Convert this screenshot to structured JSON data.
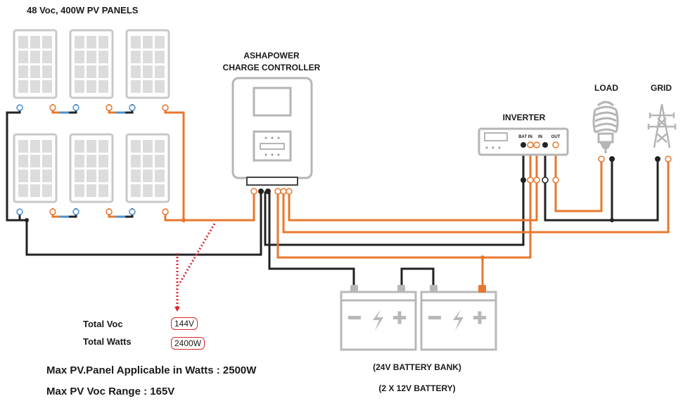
{
  "panels_title": "48 Voc, 400W PV PANELS",
  "controller": {
    "title_line1": "ASHAPOWER",
    "title_line2": "CHARGE CONTROLLER"
  },
  "inverter": {
    "title": "INVERTER",
    "port_bat_in": "BAT IN",
    "port_in": "IN",
    "port_out": "OUT"
  },
  "load_title": "LOAD",
  "grid_title": "GRID",
  "totals": {
    "voc_label": "Total Voc",
    "voc_value": "144V",
    "watts_label": "Total Watts",
    "watts_value": "2400W"
  },
  "max_pv_watts": "Max PV.Panel Applicable in Watts : 2500W",
  "max_pv_voc": "Max PV Voc Range : 165V",
  "battery_bank": {
    "line1": "(24V BATTERY BANK)",
    "line2": "(2 X 12V BATTERY)"
  },
  "colors": {
    "positive_wire": "#e8772e",
    "negative_wire": "#222222",
    "series_link": "#4a90d0",
    "device_outline": "#b5b5b5",
    "panel_cell": "#d6d6d6",
    "dotted_pointer": "#d9272e"
  }
}
